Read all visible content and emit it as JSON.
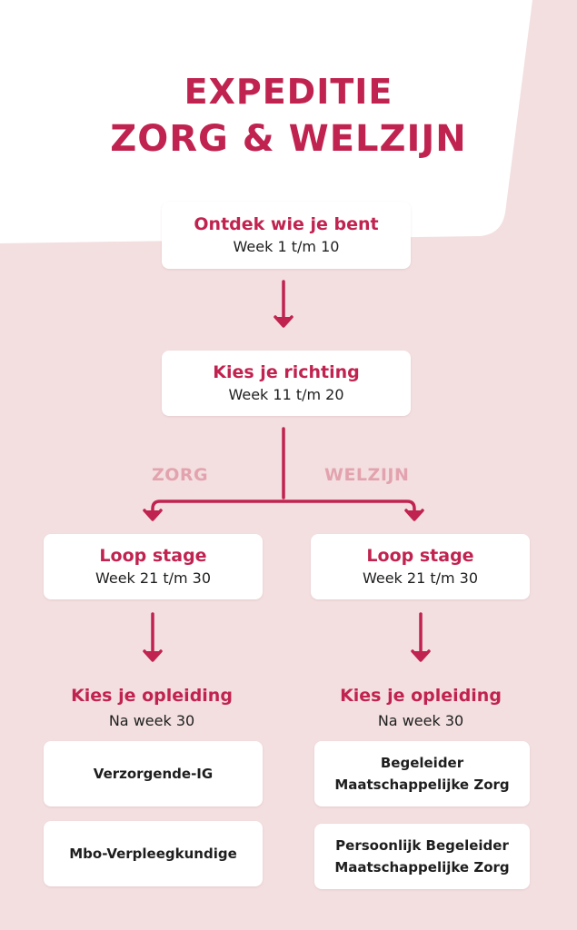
{
  "colors": {
    "background": "#f3dfe0",
    "accent": "#c0234f",
    "branch_label": "#e3a3ae",
    "card": "#ffffff"
  },
  "title": {
    "line1": "EXPEDITIE",
    "line2": "ZORG & WELZIJN"
  },
  "step1": {
    "heading": "Ontdek wie je bent",
    "sub": "Week 1 t/m 10"
  },
  "step2": {
    "heading": "Kies je richting",
    "sub": "Week 11 t/m 20"
  },
  "branches": {
    "left": "ZORG",
    "right": "WELZIJN"
  },
  "left": {
    "stage": {
      "heading": "Loop stage",
      "sub": "Week 21 t/m 30"
    },
    "choose": {
      "heading": "Kies je opleiding",
      "sub": "Na week 30"
    },
    "options": [
      "Verzorgende-IG",
      "Mbo-Verpleegkundige"
    ]
  },
  "right": {
    "stage": {
      "heading": "Loop stage",
      "sub": "Week 21 t/m 30"
    },
    "choose": {
      "heading": "Kies je opleiding",
      "sub": "Na week 30"
    },
    "options": [
      {
        "line1": "Begeleider",
        "line2": "Maatschappelijke Zorg"
      },
      {
        "line1": "Persoonlijk Begeleider",
        "line2": "Maatschappelijke Zorg"
      }
    ]
  }
}
